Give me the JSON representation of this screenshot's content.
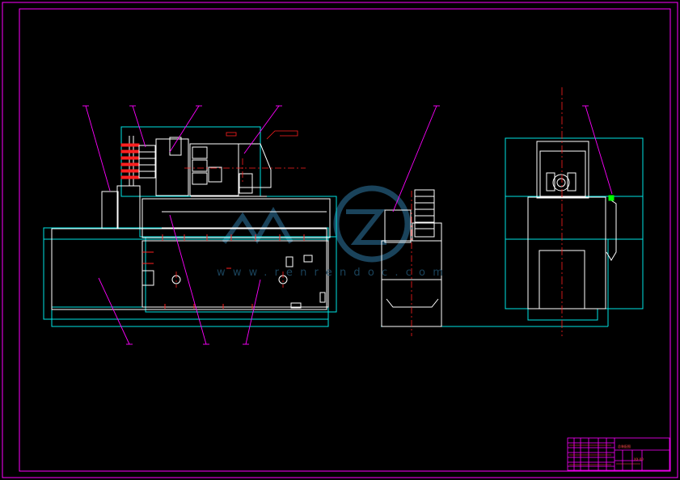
{
  "watermark": {
    "text": "www.renrendoc.com",
    "color": "#1f4f6b"
  },
  "title_block": {
    "title": "总装配图",
    "drawing_no": "XX-00"
  },
  "colors": {
    "background": "#000000",
    "border": "#ff00ff",
    "outline": "#00e5e5",
    "part_lines": "#ffffff",
    "centerline": "#ff2020",
    "leader": "#ff00ff",
    "accent_green": "#00ff00"
  },
  "views": [
    "front-view",
    "side-view"
  ]
}
